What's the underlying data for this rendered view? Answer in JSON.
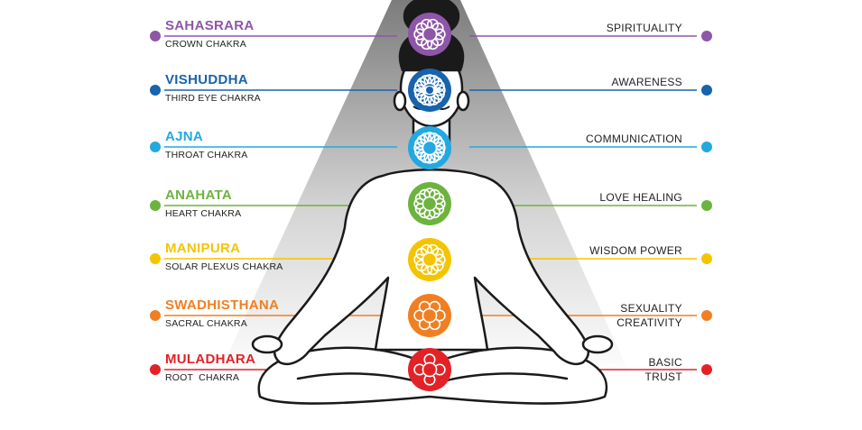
{
  "chakras": [
    {
      "name": "SAHASRARA",
      "subtitle": "CROWN CHAKRA",
      "right": [
        "SPIRITUALITY"
      ],
      "color": "#8e56a8"
    },
    {
      "name": "VISHUDDHA",
      "subtitle": "THIRD EYE CHAKRA",
      "right": [
        "AWARENESS"
      ],
      "color": "#1763ae"
    },
    {
      "name": "AJNA",
      "subtitle": "THROAT CHAKRA",
      "right": [
        "COMMUNICATION"
      ],
      "color": "#23a9df"
    },
    {
      "name": "ANAHATA",
      "subtitle": "HEART CHAKRA",
      "right": [
        "LOVE HEALING"
      ],
      "color": "#6db33f"
    },
    {
      "name": "MANIPURA",
      "subtitle": "SOLAR PLEXUS CHAKRA",
      "right": [
        "WISDOM POWER"
      ],
      "color": "#f5c400"
    },
    {
      "name": "SWADHISTHANA",
      "subtitle": "SACRAL CHAKRA",
      "right": [
        "SEXUALITY",
        "CREATIVITY"
      ],
      "color": "#f07f22"
    },
    {
      "name": "MULADHARA",
      "subtitle": "ROOT  CHAKRA",
      "right": [
        "BASIC",
        "TRUST"
      ],
      "color": "#e32227"
    }
  ]
}
